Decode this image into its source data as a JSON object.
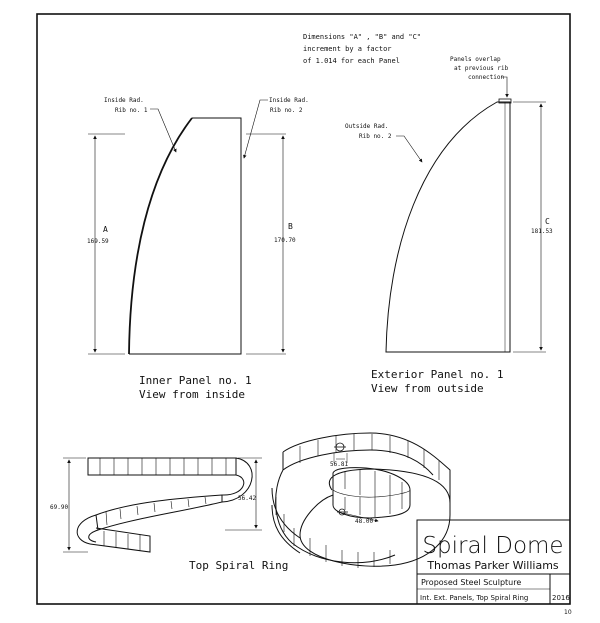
{
  "note": {
    "lines": [
      "Dimensions \"A\" , \"B\" and \"C\"",
      "increment by a factor",
      "of 1.014 for each Panel"
    ]
  },
  "inner_panel": {
    "label_inside_rad_1": [
      "Inside Rad.",
      "Rib no. 1"
    ],
    "label_inside_rad_2": [
      "Inside Rad.",
      "Rib no. 2"
    ],
    "dim_a_letter": "A",
    "dim_a_value": "169.59",
    "dim_b_letter": "B",
    "dim_b_value": "170.70",
    "caption": [
      "Inner Panel no. 1",
      "View from inside"
    ]
  },
  "exterior_panel": {
    "label_overlap": [
      "Panels overlap",
      "at previous rib",
      "connection"
    ],
    "label_outside_rad": [
      "Outside Rad.",
      "Rib no. 2"
    ],
    "dim_c_letter": "C",
    "dim_c_value": "181.53",
    "caption": [
      "Exterior Panel no. 1",
      "View from outside"
    ]
  },
  "ring": {
    "dim_height": "69.90",
    "dim_inner": "56.42",
    "dim_top": "56.81",
    "dim_radius": "48.00",
    "caption": "Top Spiral Ring"
  },
  "title_block": {
    "title": "Spiral Dome",
    "author": "Thomas Parker Williams",
    "subtitle": "Proposed Steel Sculpture",
    "contents": "Int. Ext. Panels, Top Spiral Ring",
    "year": "2016"
  },
  "page_number": "10"
}
